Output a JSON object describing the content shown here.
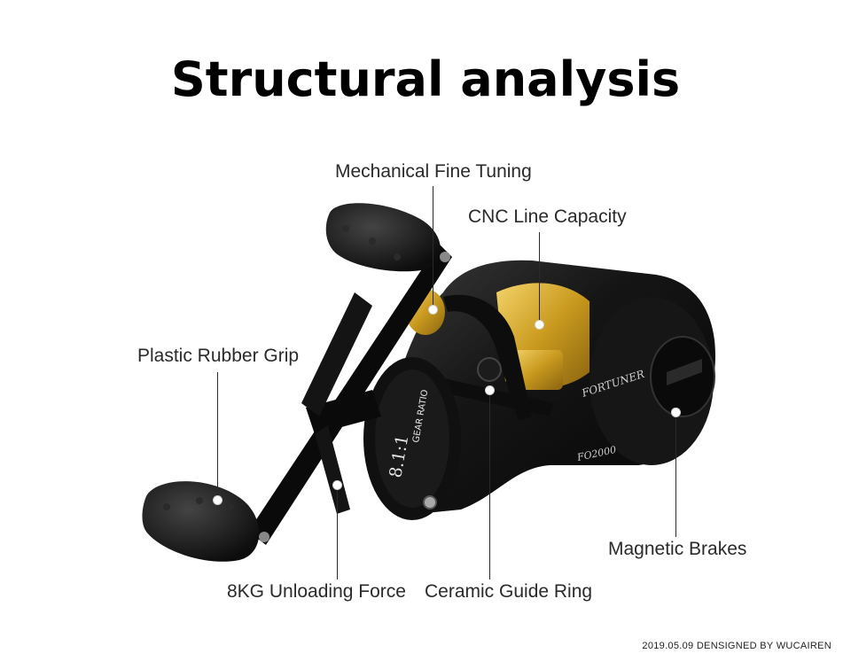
{
  "title": "Structural analysis",
  "labels": {
    "mechanical_fine_tuning": "Mechanical Fine Tuning",
    "cnc_line_capacity": "CNC Line Capacity",
    "plastic_rubber_grip": "Plastic Rubber Grip",
    "magnetic_brakes": "Magnetic Brakes",
    "unloading_force": "8KG Unloading Force",
    "ceramic_guide_ring": "Ceramic Guide Ring"
  },
  "reel_text": {
    "gear_ratio": "8.1:1",
    "gear_ratio_caption": "GEAR RATIO",
    "brand": "FORTUNER",
    "model": "FO2000"
  },
  "credit": "2019.05.09 DENSIGNED BY WUCAIREN",
  "colors": {
    "reel_body": "#111111",
    "spool_gold": "#d9b23a",
    "text": "#2a2a2a"
  }
}
